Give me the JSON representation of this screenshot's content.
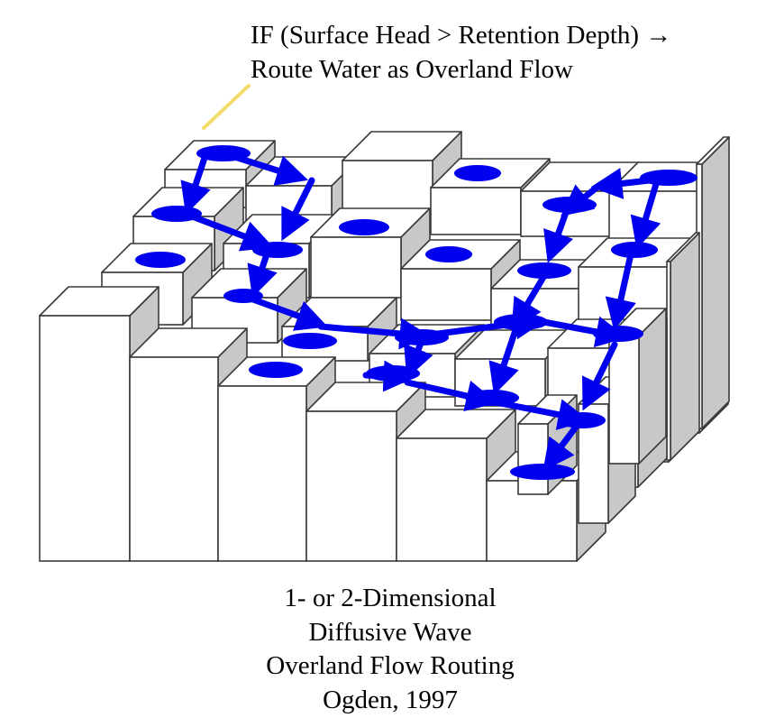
{
  "annotation": {
    "line1": "IF (Surface Head > Retention Depth) →",
    "line2": "Route Water as Overland Flow"
  },
  "caption": {
    "line1": "1- or 2-Dimensional",
    "line2": "Diffusive Wave",
    "line3": "Overland Flow Routing",
    "line4": "Ogden, 1997"
  },
  "colors": {
    "water": "#0000ee",
    "leader_line": "#f3dc6b",
    "cell_top": "#ffffff",
    "cell_side": "#c8c8c8",
    "outline": "#3a3a3a"
  },
  "icons": {
    "water_pool": "ellipse-puddle",
    "flow_arrow": "arrow"
  }
}
